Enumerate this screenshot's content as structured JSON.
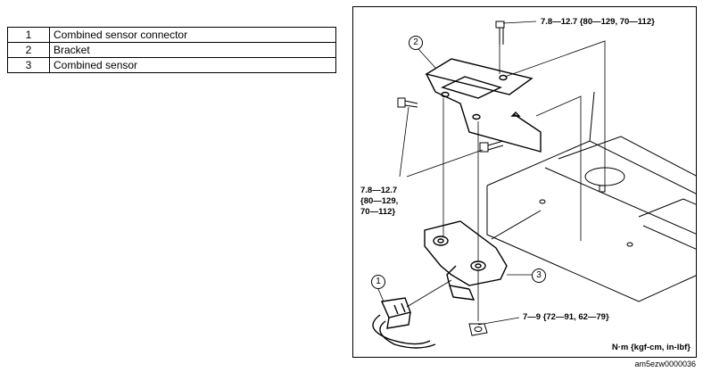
{
  "parts_table": {
    "rows": [
      {
        "num": "1",
        "label": "Combined sensor connector"
      },
      {
        "num": "2",
        "label": "Bracket"
      },
      {
        "num": "3",
        "label": "Combined sensor"
      }
    ]
  },
  "figure": {
    "torque_top": "7.8—12.7 {80—129, 70—112}",
    "torque_left_line1": "7.8—12.7",
    "torque_left_line2": "{80—129,",
    "torque_left_line3": "70—112}",
    "torque_bottom": "7—9 {72—91, 62—79}",
    "balloon_1": "1",
    "balloon_2": "2",
    "balloon_3": "3",
    "units": "N·m {kgf-cm, in-lbf}"
  },
  "figure_code": "am5ezw0000036"
}
